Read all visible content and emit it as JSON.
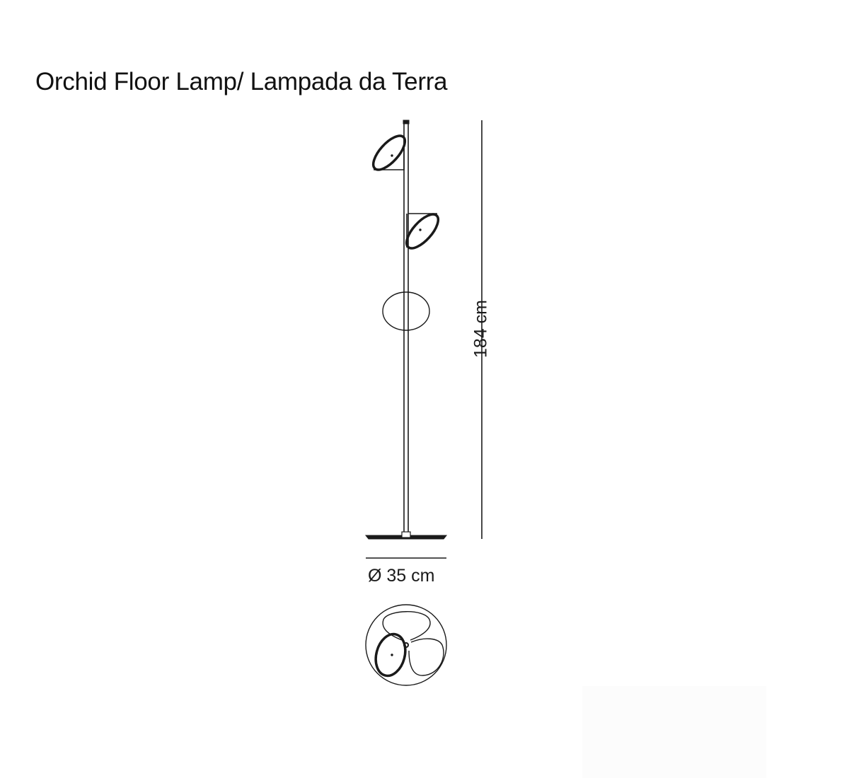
{
  "title": "Orchid Floor Lamp/ Lampada da Terra",
  "dimensions": {
    "height_label": "184 cm",
    "base_diameter_label": "Ø 35 cm"
  },
  "drawing": {
    "views": [
      "side-elevation",
      "top-plan"
    ],
    "components": [
      "pole",
      "upper-shade",
      "middle-shade",
      "lower-ring-shade",
      "round-base"
    ],
    "stroke_color": "#1a1a1a"
  }
}
